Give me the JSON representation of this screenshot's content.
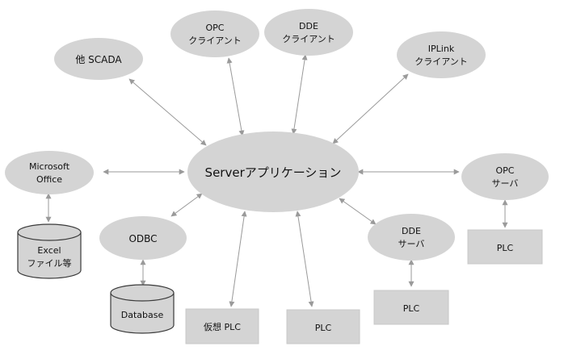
{
  "center": {
    "label": "Serverアプリケーション"
  },
  "clients": {
    "other_scada": "他 SCADA",
    "opc_client": [
      "OPC",
      "クライアント"
    ],
    "dde_client": [
      "DDE",
      "クライアント"
    ],
    "iplink_client": [
      "IPLink",
      "クライアント"
    ]
  },
  "office": {
    "microsoft_office": [
      "Microsoft",
      "Office"
    ],
    "excel_files": [
      "Excel",
      "ファイル等"
    ]
  },
  "database": {
    "odbc": "ODBC",
    "database": "Database"
  },
  "plcs": {
    "virtual_plc": "仮想 PLC",
    "plc_center": "PLC",
    "plc_dde": "PLC",
    "plc_opc": "PLC"
  },
  "servers": {
    "dde_server": [
      "DDE",
      "サーバ"
    ],
    "opc_server": [
      "OPC",
      "サーバ"
    ]
  },
  "colors": {
    "node_fill": "#d4d4d4",
    "connector": "#9a9a9a"
  }
}
